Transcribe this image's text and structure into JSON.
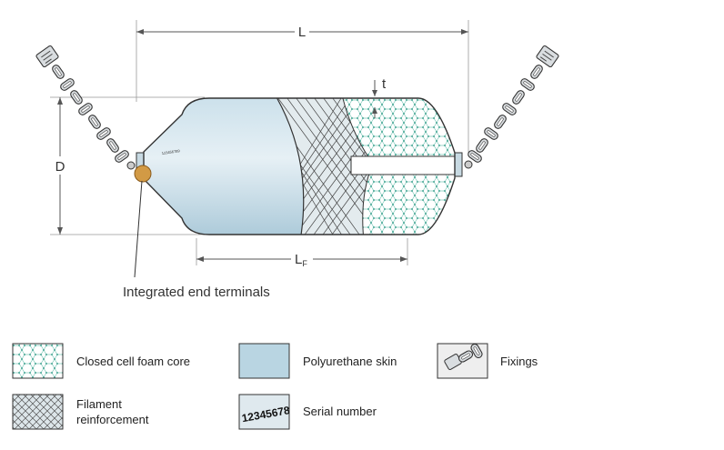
{
  "dimensions": {
    "length": "L",
    "diameter": "D",
    "thickness": "t",
    "foam_length_main": "L",
    "foam_length_sub": "F"
  },
  "callout": "Integrated end terminals",
  "serial_stamp": "123456789",
  "legend": {
    "foam": "Closed cell foam core",
    "skin": "Polyurethane skin",
    "fixings": "Fixings",
    "filament_line1": "Filament",
    "filament_line2": "reinforcement",
    "serial": "Serial number",
    "serial_sample": "12345678"
  },
  "colors": {
    "skin": "#b9d5e2",
    "skin_light": "#dbeaf1",
    "foam_dot": "#5fb8a8",
    "terminal": "#d29a45",
    "outline": "#333333"
  }
}
